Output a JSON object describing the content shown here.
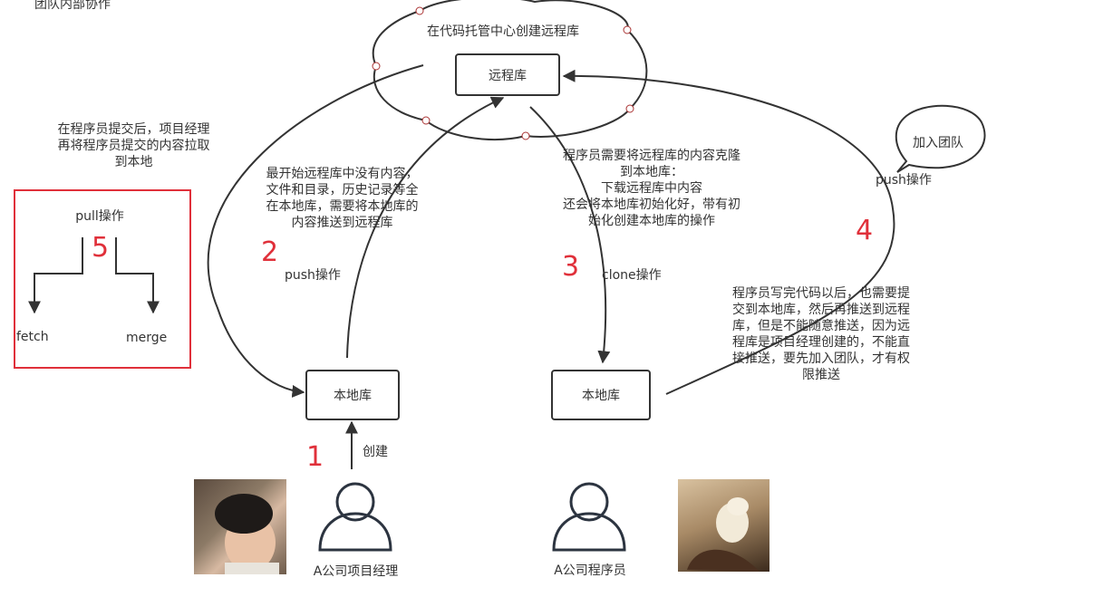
{
  "top_left_label": "团队内部协作",
  "cloud": {
    "label": "在代码托管中心创建远程库",
    "remote_box": "远程库"
  },
  "local_box_left": "本地库",
  "local_box_right": "本地库",
  "actors": {
    "manager": "A公司项目经理",
    "programmer": "A公司程序员"
  },
  "steps": {
    "s1": {
      "number": "1",
      "label": "创建"
    },
    "s2": {
      "number": "2",
      "label": "push操作",
      "desc": "最开始远程库中没有内容，\n文件和目录，历史记录等全\n在本地库，需要将本地库的\n内容推送到远程库"
    },
    "s3": {
      "number": "3",
      "label": "clone操作",
      "desc": "程序员需要将远程库的内容克隆\n到本地库：\n下载远程库中内容\n还会将本地库初始化好，带有初\n始化创建本地库的操作"
    },
    "s4": {
      "number": "4",
      "label": "push操作",
      "bubble": "加入团队",
      "desc": "程序员写完代码以后，也需要提\n交到本地库，然后再推送到远程\n库，但是不能随意推送，因为远\n程库是项目经理创建的，不能直\n接推送，要先加入团队，才有权\n限推送"
    },
    "s5": {
      "number": "5",
      "title": "pull操作",
      "fetch": "fetch",
      "merge": "merge",
      "desc": "在程序员提交后，项目经理\n再将程序员提交的内容拉取\n到本地"
    }
  },
  "colors": {
    "accent": "#e0303a",
    "line": "#333333"
  },
  "icons": [
    "user-icon",
    "user-icon",
    "photo-girl",
    "photo-cat"
  ]
}
